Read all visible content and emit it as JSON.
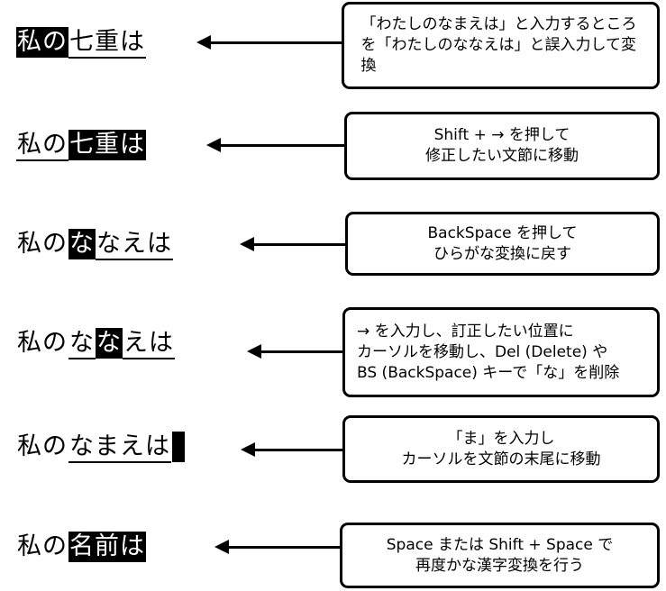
{
  "steps": [
    {
      "ime": [
        {
          "text": "私の",
          "style": "sel"
        },
        {
          "text": "七重は",
          "style": "ul"
        }
      ],
      "note": "「わたしのなまえは」と入力するところを「わたしのななえは」と誤入力して変換"
    },
    {
      "ime": [
        {
          "text": "私の",
          "style": "ul"
        },
        {
          "text": "七重は",
          "style": "sel"
        }
      ],
      "note": "Shift + → を押して\n修正したい文節に移動"
    },
    {
      "ime": [
        {
          "text": "私の",
          "style": "plain"
        },
        {
          "text": "な",
          "style": "sel"
        },
        {
          "text": "なえは",
          "style": "ul"
        }
      ],
      "note": "BackSpace を押して\nひらがな変換に戻す"
    },
    {
      "ime": [
        {
          "text": "私の",
          "style": "plain"
        },
        {
          "text": "な",
          "style": "ul"
        },
        {
          "text": "な",
          "style": "sel"
        },
        {
          "text": "えは",
          "style": "ul"
        }
      ],
      "note": "→ を入力し、訂正したい位置に\nカーソルを移動し、Del (Delete) や\nBS (BackSpace) キーで「な」を削除"
    },
    {
      "ime": [
        {
          "text": "私の",
          "style": "plain"
        },
        {
          "text": "なまえは",
          "style": "ul"
        }
      ],
      "caret": true,
      "note": "「ま」を入力し\nカーソルを文節の末尾に移動"
    },
    {
      "ime": [
        {
          "text": "私の",
          "style": "plain"
        },
        {
          "text": "名前は",
          "style": "sel"
        }
      ],
      "note": "Space または Shift + Space で\n再度かな漢字変換を行う"
    }
  ]
}
